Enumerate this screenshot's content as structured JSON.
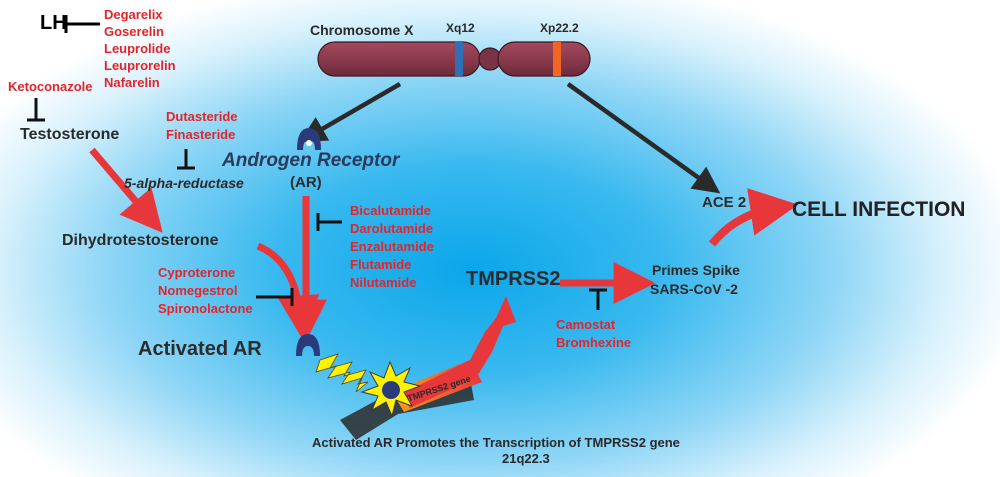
{
  "hormones": {
    "lh": "LH",
    "gnrh_drugs": [
      "Degarelix",
      "Goserelin",
      "Leuprolide",
      "Leuprorelin",
      "Nafarelin"
    ],
    "ketoconazole": "Ketoconazole",
    "testosterone": "Testosterone",
    "reductase_drugs": [
      "Dutasteride",
      "Finasteride"
    ],
    "reductase": "5-alpha-reductase",
    "dht": "Dihydrotestosterone"
  },
  "chromosome": {
    "label": "Chromosome X",
    "band_left": "Xq12",
    "band_right": "Xp22.2"
  },
  "receptor": {
    "name": "Androgen Receptor",
    "abbr": "(AR)",
    "antagonists": [
      "Bicalutamide",
      "Darolutamide",
      "Enzalutamide",
      "Flutamide",
      "Nilutamide"
    ],
    "modulators": [
      "Cyproterone",
      "Nomegestrol",
      "Spironolactone"
    ],
    "activated": "Activated AR"
  },
  "tmprss2": {
    "name": "TMPRSS2",
    "gene_label": "TMPRSS2 gene",
    "inhibitors": [
      "Camostat",
      "Bromhexine"
    ],
    "caption_line1": "Activated AR Promotes the Transcription of TMPRSS2 gene",
    "caption_line2": "21q22.3"
  },
  "infection": {
    "ace2": "ACE 2",
    "primes_line1": "Primes Spike",
    "primes_line2": "SARS-CoV -2",
    "result": "CELL INFECTION"
  },
  "colors": {
    "drug_red": "#e1252a",
    "arrow_red": "#e8373b",
    "chromosome": "#8b3a4d",
    "band_blue": "#2f6fb5",
    "band_orange": "#f26522",
    "receptor_navy": "#2b3a7a"
  }
}
